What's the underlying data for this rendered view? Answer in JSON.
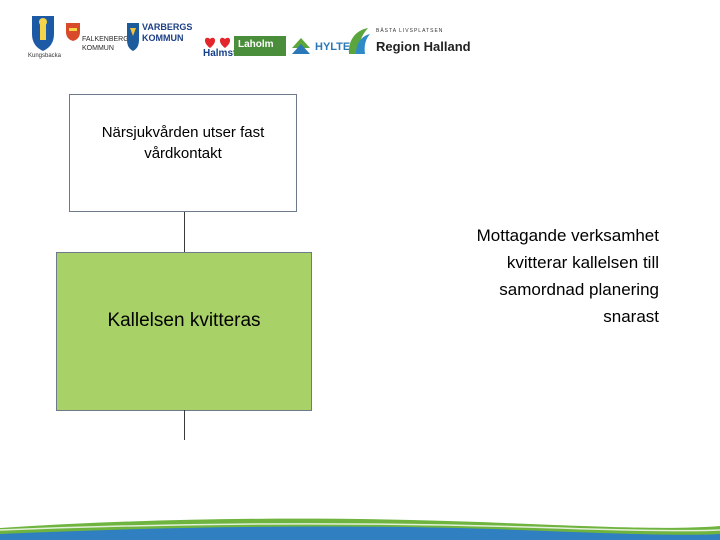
{
  "header": {
    "logos": [
      {
        "name": "Kungsbacka",
        "caption": "Kungsbacka"
      },
      {
        "name": "Falkenberg",
        "text_line1": "FALKENBERGS",
        "text_line2": "KOMMUN"
      },
      {
        "name": "Varberg",
        "text_line1": "VARBERGS",
        "text_line2": "KOMMUN"
      },
      {
        "name": "Halmstad",
        "text": "Halmstad"
      },
      {
        "name": "Laholm",
        "text": "Laholm"
      },
      {
        "name": "Hylte",
        "text": "HYLTE"
      },
      {
        "name": "Region Halland",
        "tagline": "BÄSTA LIVSPLATSEN",
        "text": "Region Halland"
      }
    ]
  },
  "flow": {
    "step1": "Närsjukvården utser fast\nvårdkontakt",
    "step2": "Kallelsen kvitteras",
    "note": "Mottagande verksamhet\nkvitterar kallelsen till\nsamordnad planering\nsnarast"
  },
  "colors": {
    "step2_fill": "#a8d167",
    "box_border": "#6e7a8c",
    "wave_green": "#6fb43f",
    "wave_blue": "#2f7fc1"
  }
}
